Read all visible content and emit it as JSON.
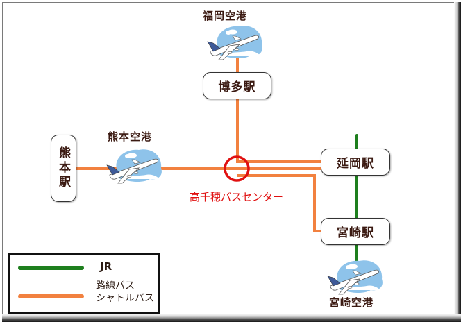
{
  "colors": {
    "jr": "#1e7f1e",
    "bus": "#f2813f",
    "hub": "#e01010",
    "text": "#3b1a12"
  },
  "stations": {
    "hakata": "博多駅",
    "nobeoka": "延岡駅",
    "miyazaki": "宮崎駅",
    "kumamoto": "熊本駅"
  },
  "airports": {
    "fukuoka": "福岡空港",
    "kumamoto": "熊本空港",
    "miyazaki": "宮崎空港"
  },
  "hub": {
    "label": "高千穂バスセンター"
  },
  "legend": {
    "items": [
      {
        "name": "jr",
        "label": "JR"
      },
      {
        "name": "bus",
        "label": "路線バス\nシャトルバス",
        "line1": "路線バス",
        "line2": "シャトルバス"
      }
    ]
  }
}
